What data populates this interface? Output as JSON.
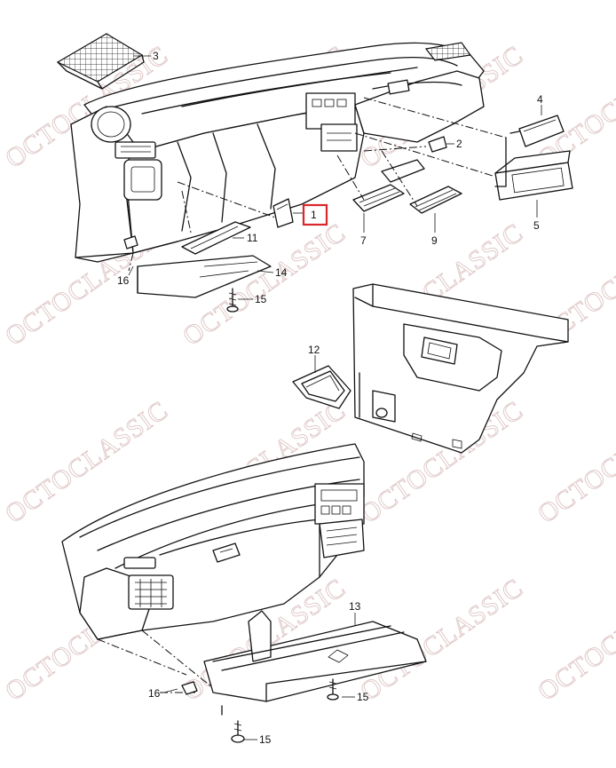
{
  "watermark": {
    "text": "OCTOCLASSIC",
    "color": "#c9a0a0"
  },
  "highlight_color": "#d9262b",
  "highlighted_part": "1",
  "callouts": [
    {
      "id": "c1",
      "label": "1"
    },
    {
      "id": "c2",
      "label": "2"
    },
    {
      "id": "c3",
      "label": "3"
    },
    {
      "id": "c4",
      "label": "4"
    },
    {
      "id": "c5",
      "label": "5"
    },
    {
      "id": "c7",
      "label": "7"
    },
    {
      "id": "c9",
      "label": "9"
    },
    {
      "id": "c11",
      "label": "11"
    },
    {
      "id": "c12",
      "label": "12"
    },
    {
      "id": "c13",
      "label": "13"
    },
    {
      "id": "c14",
      "label": "14"
    },
    {
      "id": "c15a",
      "label": "15"
    },
    {
      "id": "c15b",
      "label": "15"
    },
    {
      "id": "c15c",
      "label": "15"
    },
    {
      "id": "c16a",
      "label": "16"
    },
    {
      "id": "c16b",
      "label": "16"
    }
  ]
}
